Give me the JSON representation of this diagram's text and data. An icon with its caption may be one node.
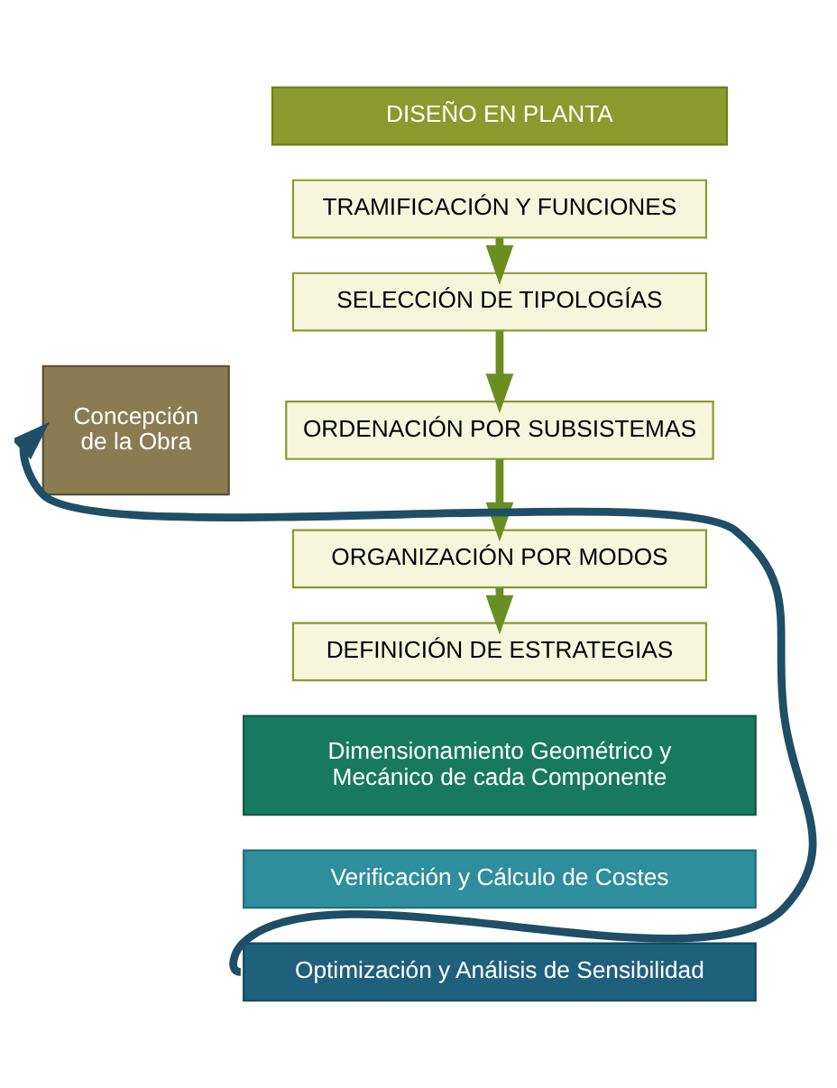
{
  "diagram": {
    "nodes": [
      {
        "text": [
          "DISEÑO EN PLANTA"
        ]
      },
      {
        "text": [
          "Concepción de la Obra"
        ]
      },
      {
        "text": [
          "TRAMIFICACIÓN Y FUNCIONES"
        ]
      },
      {
        "text": [
          "SELECCIÓN DE TIPOLOGÍAS"
        ]
      },
      {
        "text": [
          "ORDENACIÓN POR SUBSISTEMAS"
        ]
      },
      {
        "text": [
          "ORGANIZACIÓN POR MODOS"
        ]
      },
      {
        "text": [
          "DEFINICIÓN DE ESTRATEGIAS"
        ]
      },
      {
        "text": [
          "Dimensionamiento Geométrico y Mecánico de cada Componente"
        ]
      },
      {
        "text": [
          "Verificación y Cálculo de Costes"
        ]
      },
      {
        "text": [
          "Optimización y Análisis de Sensibilidad"
        ]
      }
    ],
    "edges": [
      {
        "from": 2,
        "to": 3,
        "arrow": "to"
      },
      {
        "from": 3,
        "to": 4,
        "arrow": "to"
      },
      {
        "from": 4,
        "to": 5,
        "arrow": "to"
      },
      {
        "from": 5,
        "to": 6,
        "arrow": "to"
      },
      {
        "from": 9,
        "to": 1,
        "arrow": "to",
        "color": "#1f4e66"
      }
    ]
  }
}
